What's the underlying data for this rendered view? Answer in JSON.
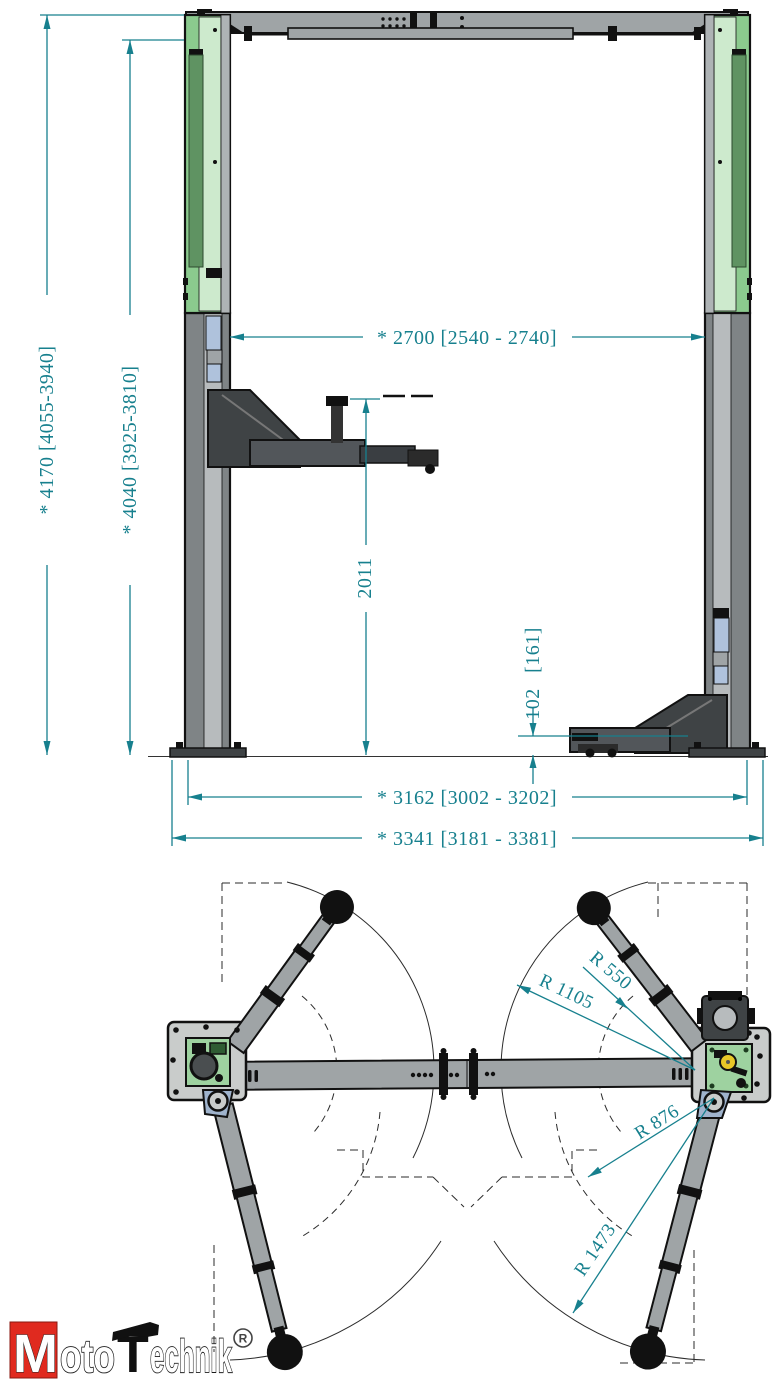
{
  "front_view": {
    "dim_overall_height": "* 4170  [4055-3940]",
    "dim_column_height": "* 4040  [3925-3810]",
    "dim_between_columns": "* 2700  [2540 - 2740]",
    "dim_clearance_height": "2011",
    "dim_min_pad_height": "102",
    "dim_min_pad_height_alt": "[161]",
    "dim_inner_width": "* 3162  [3002 - 3202]",
    "dim_overall_width": "* 3341  [3181 - 3381]"
  },
  "top_view": {
    "dim_radius_short_arm_min": "R 550",
    "dim_radius_short_arm_max": "R 1105",
    "dim_radius_long_arm_min": "R 876",
    "dim_radius_long_arm_max": "R 1473"
  },
  "logo": {
    "m": "M",
    "oto": "oto",
    "t": "T",
    "echnik": "echnik",
    "registered": "®"
  },
  "colors": {
    "dimension_teal": "#17808E",
    "post_green": "#8BCA8E",
    "post_green_light": "#CDEACD",
    "cylinder_green": "#5F9362",
    "steel_gray": "#9FA4A6",
    "post_gray": "#7F8486",
    "carriage_blue": "#AFC2DC",
    "plate_gray": "#C9CCCB",
    "plate_green": "#9ED2A0",
    "accent_yellow": "#E8C727",
    "logo_red": "#E02A1F"
  }
}
